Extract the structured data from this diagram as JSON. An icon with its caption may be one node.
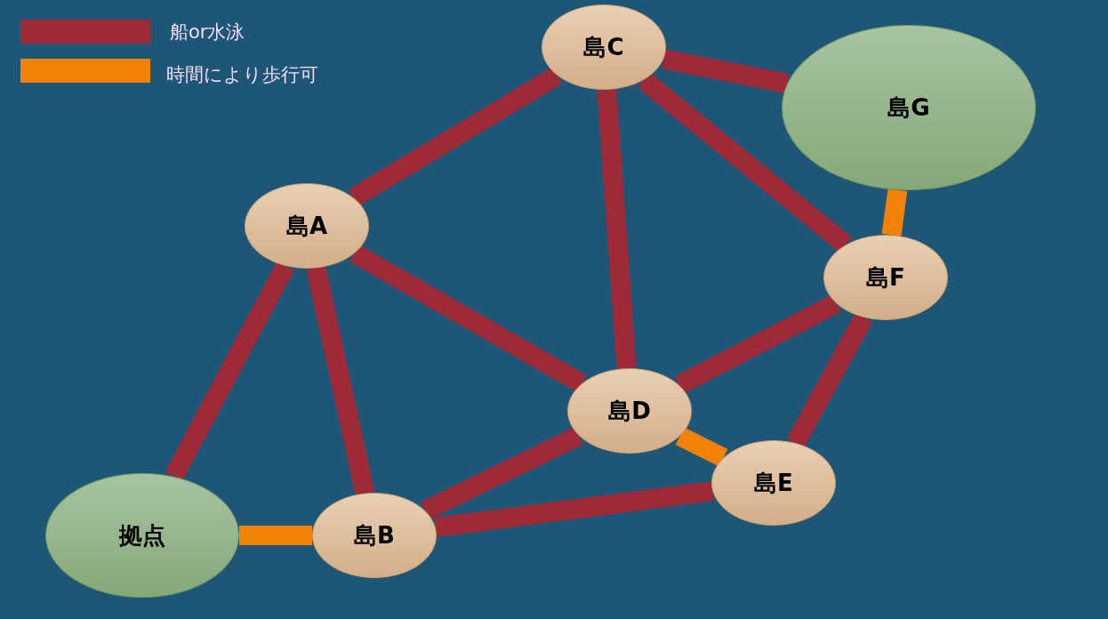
{
  "diagram": {
    "nodes": [
      {
        "text": [
          "島C"
        ]
      },
      {
        "text": [
          "島G"
        ]
      },
      {
        "text": [
          "島A"
        ]
      },
      {
        "text": [
          "島F"
        ]
      },
      {
        "text": [
          "島D"
        ]
      },
      {
        "text": [
          "島E"
        ]
      },
      {
        "text": [
          "拠点"
        ]
      },
      {
        "text": [
          "島B"
        ]
      }
    ],
    "edges": [
      {
        "from": 0,
        "to": 1,
        "arrow": "none"
      },
      {
        "from": 0,
        "to": 2,
        "arrow": "none"
      },
      {
        "from": 0,
        "to": 4,
        "arrow": "none"
      },
      {
        "from": 0,
        "to": 3,
        "arrow": "none"
      },
      {
        "from": 1,
        "to": 3,
        "arrow": "none",
        "color": "#f08208"
      },
      {
        "from": 2,
        "to": 4,
        "arrow": "none"
      },
      {
        "from": 2,
        "to": 6,
        "arrow": "none"
      },
      {
        "from": 2,
        "to": 7,
        "arrow": "none"
      },
      {
        "from": 3,
        "to": 4,
        "arrow": "none"
      },
      {
        "from": 3,
        "to": 5,
        "arrow": "none"
      },
      {
        "from": 4,
        "to": 5,
        "arrow": "none",
        "color": "#f08208"
      },
      {
        "from": 4,
        "to": 7,
        "arrow": "none"
      },
      {
        "from": 6,
        "to": 7,
        "arrow": "none",
        "color": "#f08208"
      },
      {
        "from": 7,
        "to": 5,
        "arrow": "none"
      }
    ],
    "legend": [
      {
        "text": "船or水泳",
        "color": "#9e2a38"
      },
      {
        "text": "時間により歩行可",
        "color": "#f08208"
      }
    ]
  }
}
